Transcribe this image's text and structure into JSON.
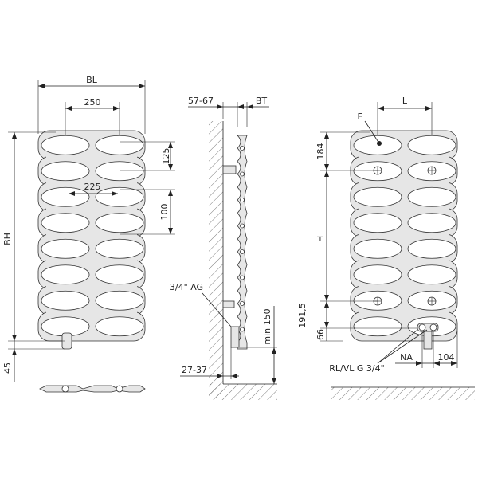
{
  "front_view": {
    "labels": {
      "bl": "BL",
      "w250": "250",
      "w225": "225",
      "h125": "125",
      "h100": "100",
      "bh": "BH",
      "h45": "45"
    }
  },
  "side_view": {
    "labels": {
      "d5767": "57-67",
      "bt": "BT",
      "ag": "3/4\" AG",
      "min150": "min 150",
      "d2737": "27-37"
    }
  },
  "connection_view": {
    "labels": {
      "l": "L",
      "e": "E",
      "h184": "184",
      "h": "H",
      "h1915": "191,5",
      "h66": "66",
      "na": "NA",
      "w104": "104",
      "rlvl": "RL/VL G 3/4\""
    }
  }
}
